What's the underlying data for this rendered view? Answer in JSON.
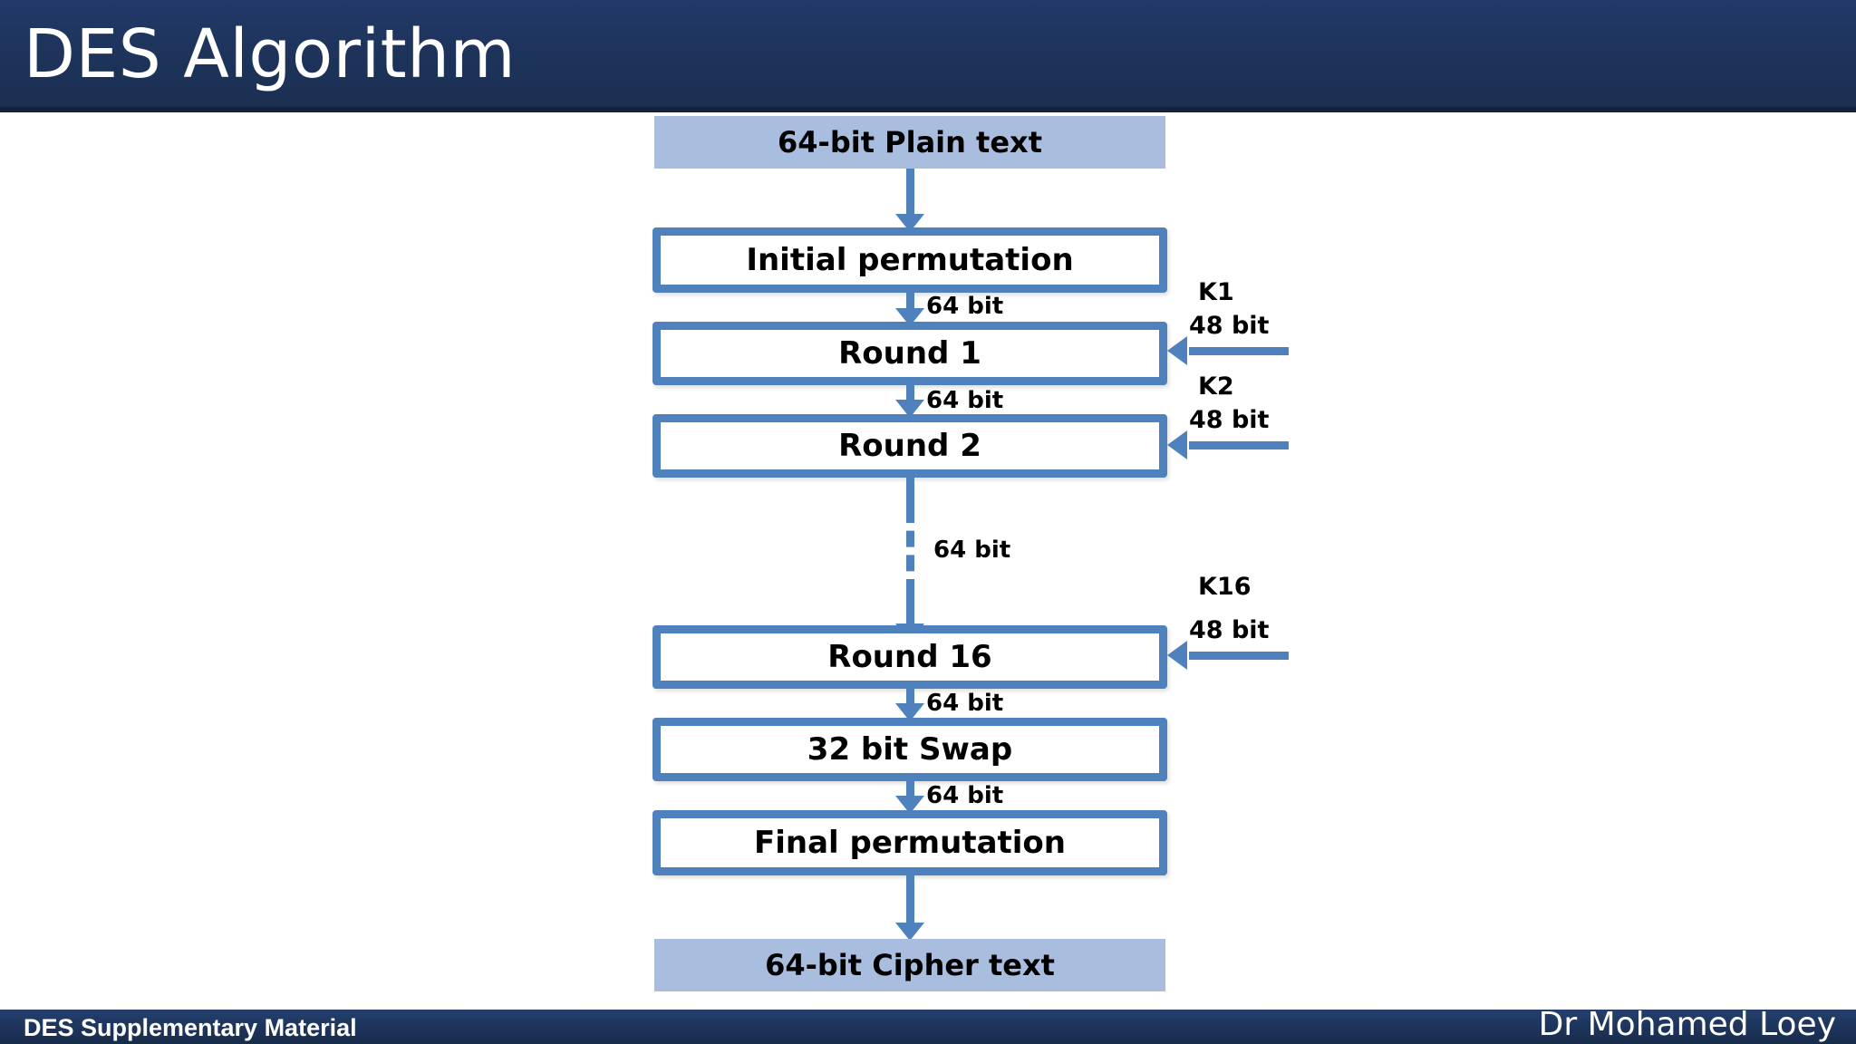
{
  "header": {
    "title": "DES Algorithm",
    "bar_color": "#1d3359",
    "text_color": "#ffffff"
  },
  "footer": {
    "left_label": "DES Supplementary Material",
    "right_label": "Dr Mohamed Loey",
    "bar_color": "#1d3359",
    "text_color": "#ffffff"
  },
  "palette": {
    "box_fill_light_blue": "#a9bddf",
    "box_border_blue": "#4f81bd",
    "arrow_blue": "#4f81bd",
    "slide_background": "#ffffff",
    "text_black": "#000000"
  },
  "diagram": {
    "title": "DES Algorithm block diagram",
    "nodes": [
      {
        "id": "plain",
        "label": "64-bit Plain text",
        "style": "fill"
      },
      {
        "id": "ip",
        "label": "Initial permutation",
        "style": "outline"
      },
      {
        "id": "round1",
        "label": "Round 1",
        "style": "outline"
      },
      {
        "id": "round2",
        "label": "Round 2",
        "style": "outline"
      },
      {
        "id": "round16",
        "label": "Round 16",
        "style": "outline"
      },
      {
        "id": "swap",
        "label": "32 bit Swap",
        "style": "outline"
      },
      {
        "id": "fp",
        "label": "Final permutation",
        "style": "outline"
      },
      {
        "id": "cipher",
        "label": "64-bit Cipher text",
        "style": "fill"
      }
    ],
    "flow_labels": {
      "ip_to_round1": "64 bit",
      "round1_to_round2": "64 bit",
      "round2_to_round16": "64 bit",
      "round16_to_swap": "64 bit",
      "swap_to_fp": "64 bit"
    },
    "keys": [
      {
        "id": "k1",
        "name": "K1",
        "size": "48 bit",
        "target": "round1"
      },
      {
        "id": "k2",
        "name": "K2",
        "size": "48 bit",
        "target": "round2"
      },
      {
        "id": "k16",
        "name": "K16",
        "size": "48 bit",
        "target": "round16"
      }
    ],
    "edges": [
      {
        "from": "plain",
        "to": "ip",
        "label": "",
        "style": "solid"
      },
      {
        "from": "ip",
        "to": "round1",
        "label": "64 bit",
        "style": "solid"
      },
      {
        "from": "round1",
        "to": "round2",
        "label": "64 bit",
        "style": "solid"
      },
      {
        "from": "round2",
        "to": "round16",
        "label": "64 bit",
        "style": "dashed"
      },
      {
        "from": "round16",
        "to": "swap",
        "label": "64 bit",
        "style": "solid"
      },
      {
        "from": "swap",
        "to": "fp",
        "label": "64 bit",
        "style": "solid"
      },
      {
        "from": "fp",
        "to": "cipher",
        "label": "",
        "style": "solid"
      }
    ]
  }
}
